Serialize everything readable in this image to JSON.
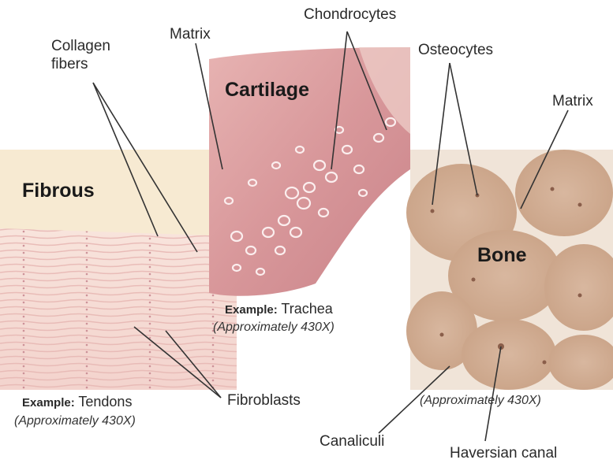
{
  "labels": {
    "collagen_line1": "Collagen",
    "collagen_line2": "fibers",
    "matrix_cartilage": "Matrix",
    "chondrocytes": "Chondrocytes",
    "osteocytes": "Osteocytes",
    "matrix_bone": "Matrix",
    "fibroblasts": "Fibroblasts",
    "canaliculi": "Canaliculi",
    "haversian_canal": "Haversian canal"
  },
  "tissues": {
    "fibrous": {
      "title": "Fibrous",
      "example_label": "Example:",
      "example_value": "Tendons",
      "magnification": "(Approximately 430X)"
    },
    "cartilage": {
      "title": "Cartilage",
      "example_label": "Example:",
      "example_value": "Trachea",
      "magnification": "(Approximately 430X)"
    },
    "bone": {
      "title": "Bone",
      "magnification": "(Approximately 430X)"
    }
  },
  "colors": {
    "fibrous_bg": "#f5dcd6",
    "fibrous_band": "#f7ead2",
    "cartilage_bg": "#d99a9e",
    "bone_bg": "#e4c7b2",
    "leader_line": "#333333"
  }
}
